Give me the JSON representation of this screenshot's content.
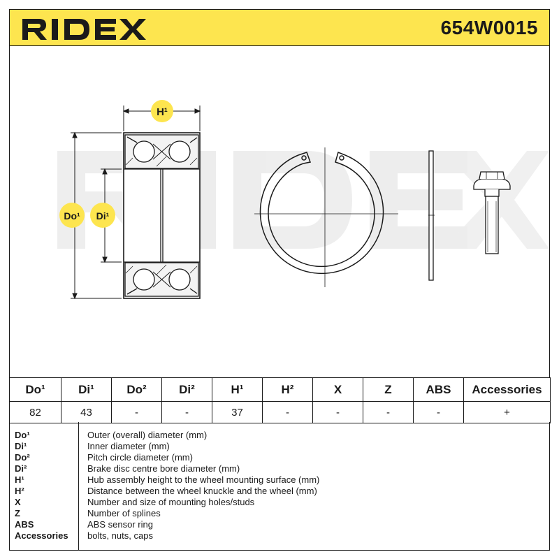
{
  "header": {
    "brand": "RIDEX",
    "part_number": "654W0015",
    "accent_color": "#fde54f"
  },
  "drawing": {
    "watermark": "RIDEX",
    "dimension_labels": {
      "height": "H¹",
      "outer_diameter": "Do¹",
      "inner_diameter": "Di¹"
    }
  },
  "specs": {
    "headers": [
      "Do¹",
      "Di¹",
      "Do²",
      "Di²",
      "H¹",
      "H²",
      "X",
      "Z",
      "ABS",
      "Accessories"
    ],
    "values": [
      "82",
      "43",
      "-",
      "-",
      "37",
      "-",
      "-",
      "-",
      "-",
      "+"
    ]
  },
  "legend": [
    {
      "key": "Do¹",
      "description": "Outer (overall) diameter (mm)"
    },
    {
      "key": "Di¹",
      "description": "Inner diameter (mm)"
    },
    {
      "key": "Do²",
      "description": "Pitch circle diameter (mm)"
    },
    {
      "key": "Di²",
      "description": "Brake disc centre bore diameter (mm)"
    },
    {
      "key": "H¹",
      "description": "Hub assembly height to the wheel mounting surface (mm)"
    },
    {
      "key": "H²",
      "description": "Distance between the wheel knuckle and the wheel (mm)"
    },
    {
      "key": "X",
      "description": "Number and size of mounting holes/studs"
    },
    {
      "key": "Z",
      "description": "Number of splines"
    },
    {
      "key": "ABS",
      "description": "ABS sensor ring"
    },
    {
      "key": "Accessories",
      "description": "bolts, nuts, caps"
    }
  ]
}
